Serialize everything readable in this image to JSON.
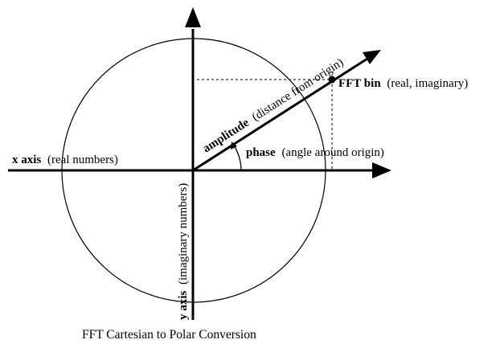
{
  "diagram": {
    "caption": "FFT Cartesian to Polar Conversion",
    "x_axis": {
      "term": "x axis",
      "desc": "(real numbers)"
    },
    "y_axis": {
      "term": "y axis",
      "desc": "(imaginary numbers)"
    },
    "amplitude": {
      "term": "amplitude",
      "desc": "(distance from origin)"
    },
    "phase": {
      "term": "phase",
      "desc": "(angle around origin)"
    },
    "bin": {
      "term": "FFT bin",
      "desc": "(real, imaginary)"
    }
  }
}
